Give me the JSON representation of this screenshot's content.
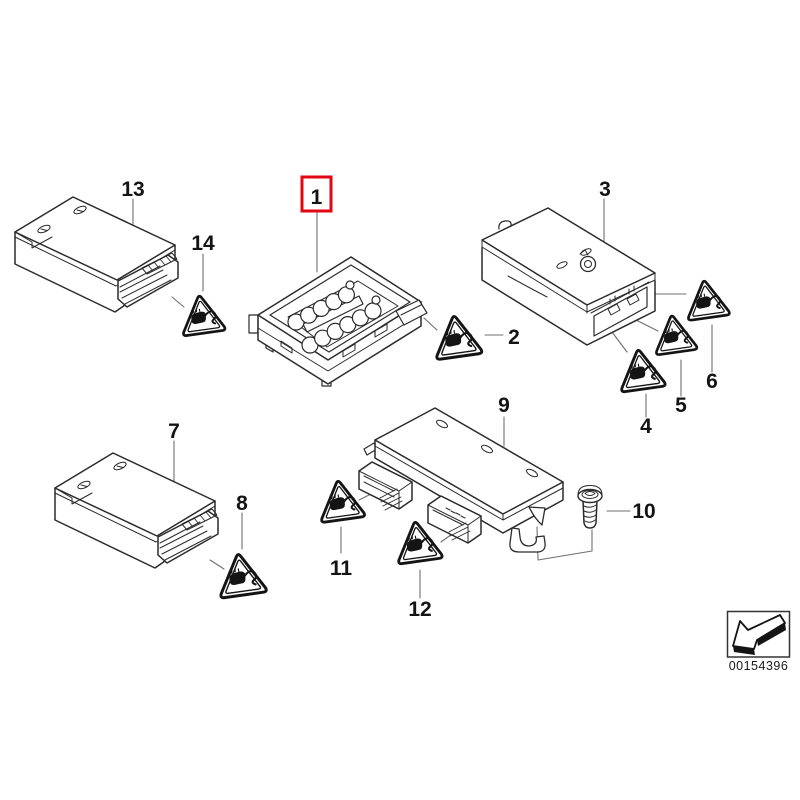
{
  "diagram": {
    "type": "exploded-parts-diagram",
    "callouts": {
      "c1": "1",
      "c2": "2",
      "c3": "3",
      "c4": "4",
      "c5": "5",
      "c6": "6",
      "c7": "7",
      "c8": "8",
      "c9": "9",
      "c10": "10",
      "c11": "11",
      "c12": "12",
      "c13": "13",
      "c14": "14"
    },
    "highlighted_callout": "1",
    "legend": {
      "part_number": "00154396"
    },
    "colors": {
      "background": "#ffffff",
      "line": "#2b2b2b",
      "leader": "#6f6f6f",
      "highlight_box": "#e30613",
      "triangle_glyph": "#141414"
    },
    "icons": {
      "warning_triangle": "coded-part-warning-triangle-icon",
      "legend_arrow": "installation-direction-arrow-icon"
    }
  }
}
